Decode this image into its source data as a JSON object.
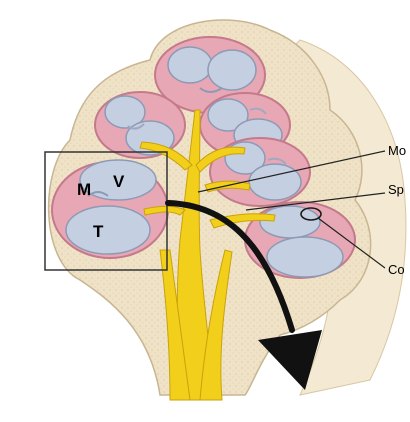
{
  "labels": {
    "modiolus_partial": "Mo",
    "spiral_ganglion_partial": "Sp",
    "cochlear_duct_partial": "Co",
    "scala_media": "M",
    "scala_vestibuli": "V",
    "scala_tympani": "T"
  },
  "colors": {
    "bone": "#efe2c6",
    "bone_edge": "#c8b592",
    "bone_dots": "#c9b38a",
    "shell": "#f4e9d3",
    "duct_pink": "#e8a7b5",
    "duct_edge": "#c47a8b",
    "scala_fill": "#c5cfe2",
    "scala_edge": "#8d9ab5",
    "nerve": "#f2cf1b",
    "nerve_edge": "#c9a20a",
    "arrow": "#111111",
    "box": "#333333",
    "background": "#ffffff"
  },
  "icons": {
    "arrow": "curved-arrow-icon",
    "zoom_box": "zoom-box-icon"
  }
}
